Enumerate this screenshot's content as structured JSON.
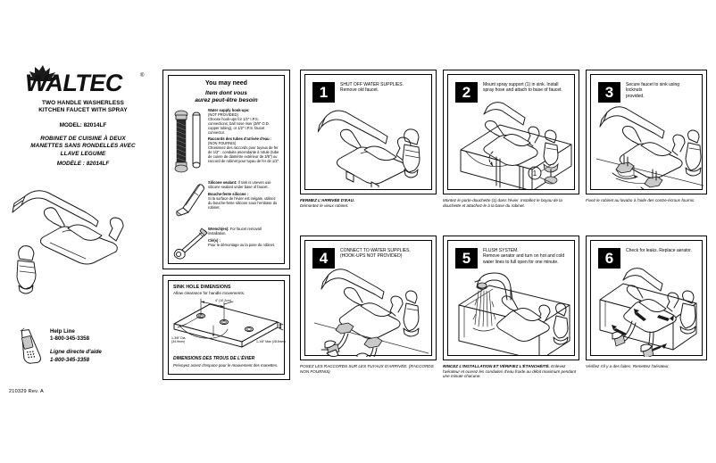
{
  "document": {
    "doc_id": "210329  Rev. A"
  },
  "brand": {
    "name": "WALTEC",
    "registered_mark": "®",
    "logo_icon": "maple-leaf-icon"
  },
  "product": {
    "title_en_line1": "TWO HANDLE WASHERLESS",
    "title_en_line2": "KITCHEN FAUCET WITH SPRAY",
    "model_en": "MODEL: 82014LF",
    "title_fr_line1": "ROBINET DE CUISINE À DEUX",
    "title_fr_line2": "MANETTES SANS RONDELLES AVEC",
    "title_fr_line3": "LLAVE LEGUME",
    "model_fr": "MODÈLE : 82014LF",
    "art_icon": "kitchen-faucet-with-spray-illustration"
  },
  "help": {
    "icon": "mobile-phone-icon",
    "label_en": "Help Line",
    "phone_en": "1-800-345-3358",
    "label_fr": "Ligne directe d'aide",
    "phone_fr": "1-800-345-3358"
  },
  "you_may_need": {
    "heading_en": "You may need",
    "heading_fr_line1": "Item dont vous",
    "heading_fr_line2": "aurez peut-être besoin",
    "items": [
      {
        "icon": "supply-hose-icon",
        "title_en": "Water supply hook-ups:",
        "note_en": "(NOT PROVIDED)",
        "body_en": "Choose hook-ups for 1/2\" I.P.S. connections; ball nose riser (3/8\" O.D. copper tubing), or 1/2\" I.P.S. faucet connector.",
        "title_fr": "Raccords des tubes d'arrivée d'eau :",
        "note_fr": "(NON FOURNIS)",
        "body_fr": "Choisissez des raccords pour tuyaux de fer de 1/2\" : conduite ascendante à rotule (tube de cuivre de diamètre extérieur de 3/8\") ou raccord de robinet pour tuyau de fer de 1/2\"."
      },
      {
        "icon": "silicone-sealant-tube-icon",
        "title_en": "Silicone sealant:",
        "body_en": "If sink is uneven use silicone sealant under base of faucet.",
        "title_fr": "Bouche-fente silicone :",
        "body_fr": "Si la surface de l'évier est inégale, utilisez du bouche-fente silicone sous l'embase du robinet."
      },
      {
        "icon": "wrench-icon",
        "title_en": "Wrench(es):",
        "body_en": "For faucet removal/ installation.",
        "title_fr": "Clé(s) :",
        "body_fr": "Pour le démontage ou la pose du robinet."
      }
    ]
  },
  "sink_hole": {
    "heading_en": "SINK HOLE DIMENSIONS",
    "sub_en": "Allow clearance for handle movements.",
    "heading_fr": "DIMENSIONS DES TROUS DE L'ÉVIER",
    "sub_fr": "Prévoyez assez d'espace pour le mouvement des manettes.",
    "art_icon": "sink-deck-dimensions-diagram",
    "dim_spacing": "4\" (10.2cm)",
    "dim_hole": "1-3/8\" Dia. (34.9mm)",
    "dim_thickness": "1-1/8\" Max (28.6mm)"
  },
  "steps": [
    {
      "number": "1",
      "text_en_line1": "SHUT OFF WATER SUPPLIES.",
      "text_en_line2": "Remove old faucet.",
      "art_icon": "old-faucet-removal-illustration",
      "caption_fr_bold": "FERMEZ L'ARRIVÉE D'EAU.",
      "caption_fr_body": "Démontez le vieux robinet."
    },
    {
      "number": "2",
      "text_en_line1": "Mount spray support (1) in sink.  Install",
      "text_en_line2": "spray hose and attach to base of faucet.",
      "art_icon": "spray-support-mounting-illustration",
      "callout": "1",
      "caption_fr_bold": "",
      "caption_fr_body": "Montez le porte-douchette (1) dans l'évier.  Installez le boyau de la douchette et attachez-le à la base du robinet."
    },
    {
      "number": "3",
      "text_en_line1": "Secure faucet to sink using locknuts",
      "text_en_line2": "provided.",
      "art_icon": "faucet-locknut-securing-illustration",
      "caption_fr_bold": "",
      "caption_fr_body": "Fixez le robinet au lavabo à l'aide des contre-écrous fournis."
    },
    {
      "number": "4",
      "text_en_line1": "CONNECT TO WATER SUPPLIES.",
      "text_en_line2": "(HOOK-UPS NOT PROVIDED)",
      "art_icon": "water-supply-connection-illustration",
      "caption_fr_bold": "",
      "caption_fr_body": "POSEZ LES RACCORDS SUR LES TUYAUX D'ARRIVÉE.  (RACCORDS NON FOURNIS)"
    },
    {
      "number": "5",
      "text_en_line1": "FLUSH SYSTEM.",
      "text_en_line2": "Remove aerator and turn on hot and cold water lines to full open for one minute.",
      "art_icon": "flush-system-running-water-illustration",
      "caption_fr_bold": "RINCEZ L'INSTALLATION ET VÉRIFIEZ L'ÉTANCHÉITÉ.",
      "caption_fr_body": "Enlevez l'aérateur et ouvrez les conduites d'eau froide au débit maximum pendant une minute chacune."
    },
    {
      "number": "6",
      "text_en_line1": "Check for leaks.  Replace aerator.",
      "text_en_line2": "",
      "art_icon": "leak-check-illustration",
      "caption_fr_bold": "",
      "caption_fr_body": "Vérifiez s'il y a des fuites.  Remettez l'aérateur."
    }
  ]
}
